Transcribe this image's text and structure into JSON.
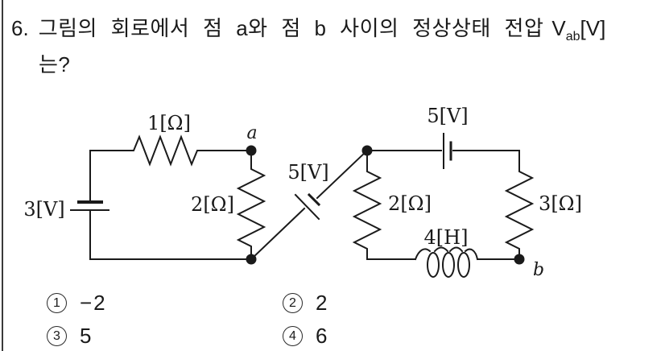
{
  "question": {
    "number": "6.",
    "line1": "그림의 회로에서 점 a와 점 b 사이의 정상상태 전압",
    "v_main": "V",
    "v_sub": "ab",
    "v_unit": "[V]",
    "line2": "는?"
  },
  "circuit": {
    "labels": {
      "r1": "1[Ω]",
      "node_a": "a",
      "v3": "3[V]",
      "r2_left": "2[Ω]",
      "v5_diag": "5[V]",
      "v5_top": "5[V]",
      "r2_right": "2[Ω]",
      "r3": "3[Ω]",
      "l4": "4[H]",
      "node_b": "b"
    },
    "line_color": "#1a1a1a"
  },
  "options": [
    {
      "num": "1",
      "value": "−2"
    },
    {
      "num": "2",
      "value": "2"
    },
    {
      "num": "3",
      "value": "5"
    },
    {
      "num": "4",
      "value": "6"
    }
  ]
}
